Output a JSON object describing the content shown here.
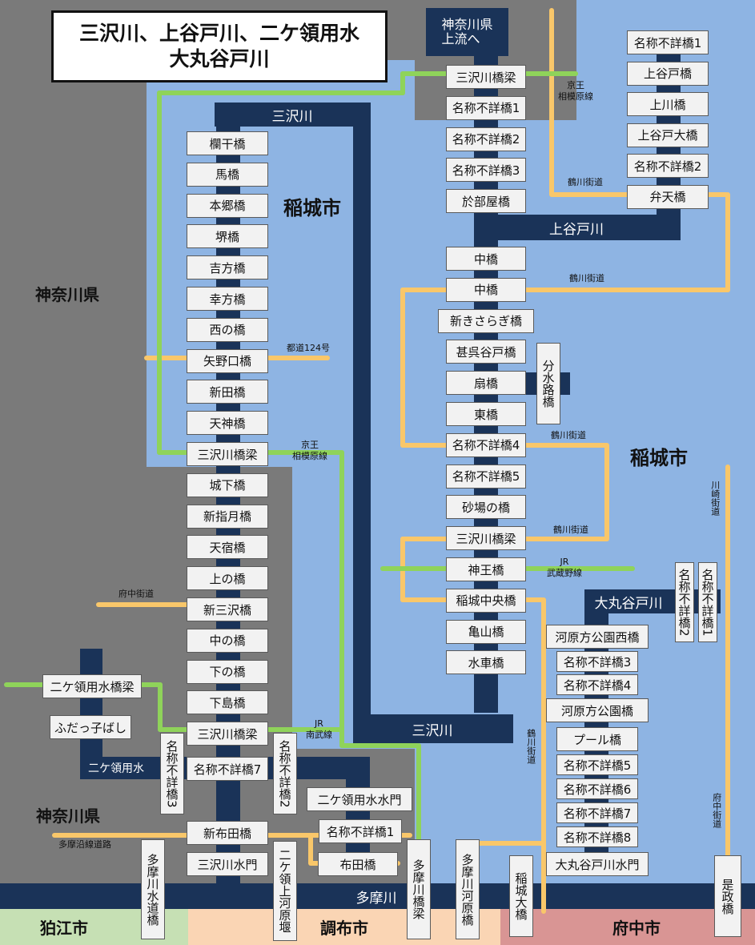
{
  "title": {
    "line1": "三沢川、上谷戸川、二ケ領用水",
    "line2": "大丸谷戸川"
  },
  "colors": {
    "kanagawa": "#7a7a7a",
    "inagi": "#8eb4e3",
    "komae": "#c6e0b4",
    "chofu": "#fad5b4",
    "fuchu": "#d99594",
    "river": "#1a3358",
    "road": "#f9c76a",
    "rail": "#8fd35a",
    "box": "#f2f2f2"
  },
  "regions": {
    "kanagawa_left": "神奈川県",
    "kanagawa_lower": "神奈川県",
    "inagi_top": "稲城市",
    "inagi_right": "稲城市",
    "upstream": "神奈川県\n上流へ",
    "komae": "狛江市",
    "chofu": "調布市",
    "fuchu": "府中市"
  },
  "rivers": {
    "misawa_top": "三沢川",
    "misawa_bottom": "三沢川",
    "kamiyato": "上谷戸川",
    "bunsui": "分水路橋",
    "nikaryo": "二ケ領用水",
    "omaruyato": "大丸谷戸川",
    "tama": "多摩川"
  },
  "misawa_left_bridges": [
    "欄干橋",
    "馬橋",
    "本郷橋",
    "堺橋",
    "吉方橋",
    "幸方橋",
    "西の橋",
    "矢野口橋",
    "新田橋",
    "天神橋",
    "三沢川橋梁",
    "城下橋",
    "新指月橋",
    "天宿橋",
    "上の橋",
    "新三沢橋",
    "中の橋",
    "下の橋",
    "下島橋",
    "三沢川橋梁",
    "名称不詳橋7",
    "新布田橋",
    "三沢川水門"
  ],
  "center_bridges": [
    "三沢川橋梁",
    "名称不詳橋1",
    "名称不詳橋2",
    "名称不詳橋3",
    "於部屋橋",
    "中橋",
    "中橋",
    "新きさらぎ橋",
    "甚呉谷戸橋",
    "扇橋",
    "東橋",
    "名称不詳橋4",
    "名称不詳橋5",
    "砂場の橋",
    "三沢川橋梁",
    "神王橋",
    "稲城中央橋",
    "亀山橋",
    "水車橋"
  ],
  "kamiyato_bridges": [
    "名称不詳橋1",
    "上谷戸橋",
    "上川橋",
    "上谷戸大橋",
    "名称不詳橋2",
    "弁天橋"
  ],
  "omaru_bridges": [
    "河原方公園西橋",
    "名称不詳橋3",
    "名称不詳橋4",
    "河原方公園橋",
    "プール橋",
    "名称不詳橋5",
    "名称不詳橋6",
    "名称不詳橋7",
    "名称不詳橋8",
    "大丸谷戸川水門"
  ],
  "omaru_vertical": [
    "名称不詳橋2",
    "名称不詳橋1"
  ],
  "nikaryo": {
    "bridge": "二ケ領用水橋梁",
    "futatsuko": "ふだっ子ばし",
    "unknown3": "名称不詳橋3",
    "unknown2": "名称不詳橋2",
    "suimon": "二ケ領用水水門",
    "unknown1": "名称不詳橋1",
    "fudabashi": "布田橋",
    "nikaryo_kamikawara": "二ケ領上河原堰"
  },
  "tama_bridges": {
    "suidou": "多摩川水道橋",
    "kyoryo": "多摩川橋梁",
    "kawara": "多摩川河原橋",
    "inagi_ohashi": "稲城大橋",
    "koremasa": "是政橋"
  },
  "roads": {
    "keio_top": "京王\n相模原線",
    "tsurukawa1": "鶴川街道",
    "tsurukawa2": "鶴川街道",
    "tsurukawa3": "鶴川街道",
    "tsurukawa4": "鶴川街道",
    "todo124": "都道124号",
    "keio_mid": "京王\n相模原線",
    "jr_musashino": "JR\n武蔵野線",
    "fuchu_kaido": "府中街道",
    "jr_nanbu": "JR\n南武線",
    "tamaensen": "多摩沿線道路",
    "tsurukawa_v": "鶴川街道",
    "kawasaki": "川崎街道",
    "fuchu_v": "府中街道"
  }
}
